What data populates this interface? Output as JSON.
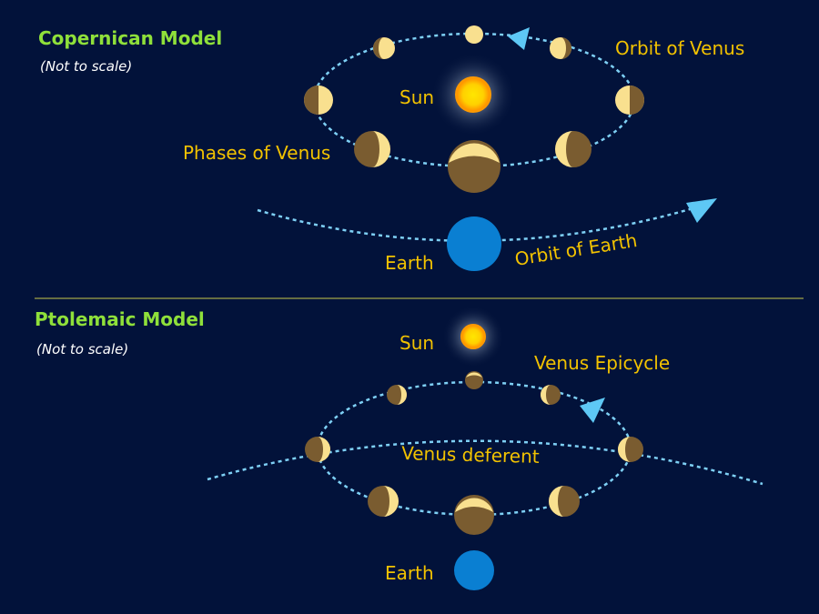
{
  "colors": {
    "background": "#02123a",
    "title": "#8fe03a",
    "label": "#f2c200",
    "note": "#ffffff",
    "orbit": "#7ed0f5",
    "arrow": "#5ec8f5",
    "divider": "#c8c84a",
    "venus_lit": "#f9e08f",
    "venus_dark": "#7a5c30",
    "earth": "#0a7fd2",
    "sun_core": "#ffd600",
    "sun_edge": "#ff8c00"
  },
  "copernican": {
    "title": "Copernican Model",
    "note": "(Not to scale)",
    "sun_label": "Sun",
    "venus_orbit_label": "Orbit of Venus",
    "phases_label": "Phases of Venus",
    "earth_label": "Earth",
    "earth_orbit_label": "Orbit of Earth"
  },
  "ptolemaic": {
    "title": "Ptolemaic Model",
    "note": "(Not to scale)",
    "sun_label": "Sun",
    "epicycle_label": "Venus Epicycle",
    "deferent_label": "Venus deferent",
    "earth_label": "Earth"
  }
}
